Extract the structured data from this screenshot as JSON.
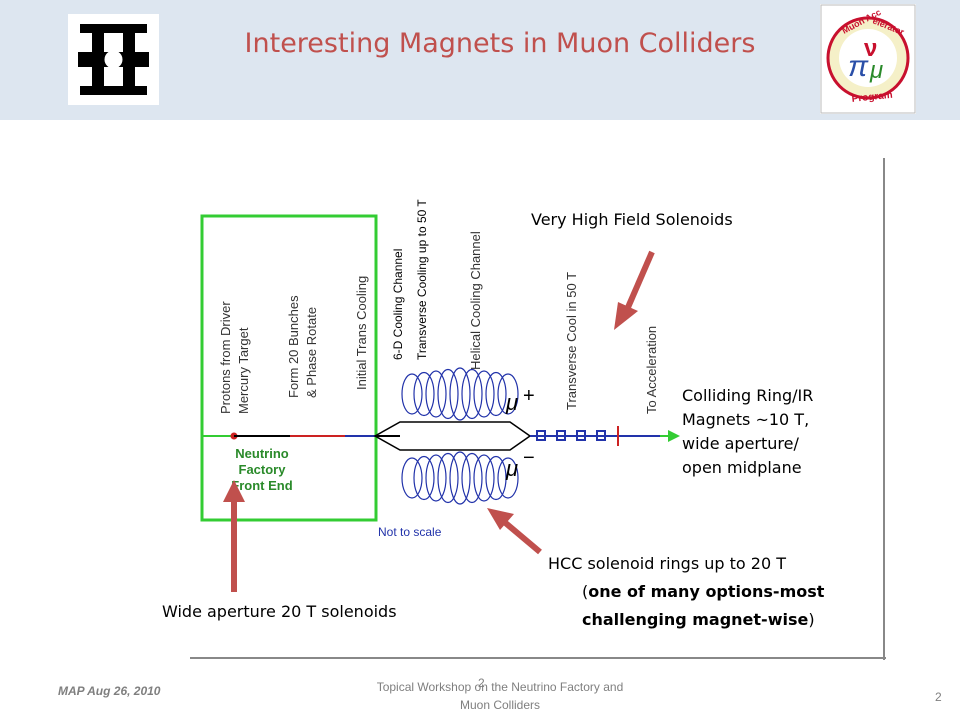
{
  "slide": {
    "title": "Interesting Magnets in Muon Colliders"
  },
  "diagram": {
    "stages": [
      "Protons from Driver",
      "Mercury Target",
      "Form 20 Bunches",
      "& Phase Rotate",
      "Initial Trans Cooling",
      "6-D Cooling Channel",
      "Transverse Cooling up to 50 T",
      "Helical Cooling Channel",
      "Transverse Cool in 50 T",
      "To Acceleration"
    ],
    "box_label_lines": [
      "Neutrino",
      "Factory",
      "Front End"
    ],
    "not_to_scale": "Not to scale",
    "mu_plus": "μ",
    "plus_sign": "+",
    "mu_minus": "μ",
    "minus_sign": "−"
  },
  "annotations": {
    "very_high_field": "Very High Field Solenoids",
    "colliding_ring": [
      "Colliding Ring/IR",
      "Magnets ~10 T,",
      "wide aperture/",
      "open midplane"
    ],
    "hcc_line1": "HCC solenoid rings up to 20 T",
    "hcc_line2_open": "(",
    "hcc_line2_bold": "one of many options-most",
    "hcc_line3_bold": "challenging magnet-wise",
    "hcc_line3_close": ")",
    "wide_aperture": "Wide  aperture  20 T solenoids"
  },
  "footer": {
    "left": "MAP Aug 26, 2010",
    "middle_line1": "Topical Workshop on the Neutrino Factory and",
    "middle_line2": "Muon Colliders",
    "center_num": "2",
    "page_num": "2"
  },
  "logos": {
    "left": "fermilab-logo",
    "right_ring_text": "Muon Accelerator Program",
    "right_symbols": "π ν μ"
  },
  "colors": {
    "title": "#c0504d",
    "header_bg": "#dde6f0",
    "arrow": "#c0504d",
    "box_green": "#33cc33",
    "diagram_blue": "#2233aa"
  }
}
